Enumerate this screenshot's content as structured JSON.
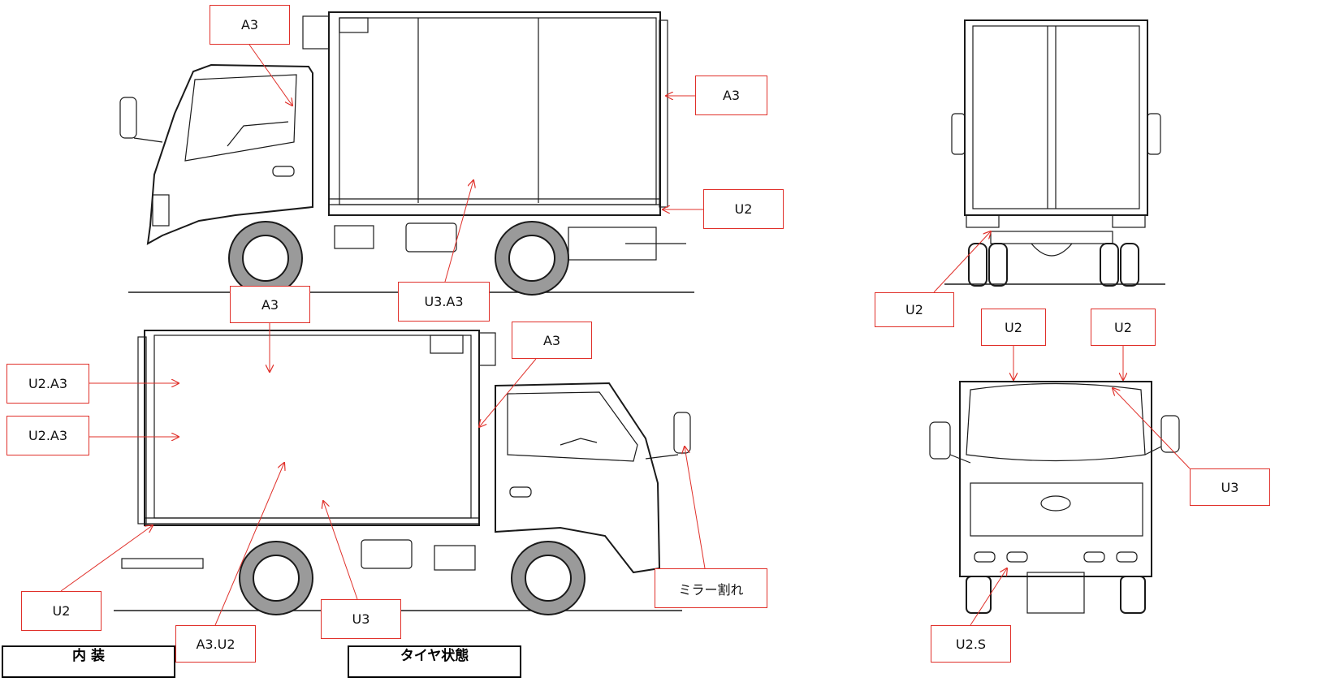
{
  "labels": {
    "side_top_roof": "A3",
    "side_top_rear": "A3",
    "side_top_underrun": "U2",
    "side_top_body": "U3.A3",
    "side_bottom_roof": "A3",
    "side_bottom_upper": "U2.A3",
    "side_bottom_middle": "U2.A3",
    "side_bottom_cab": "A3",
    "side_bottom_mirror": "ミラー割れ",
    "side_bottom_corner": "U2",
    "side_bottom_lower": "A3.U2",
    "side_bottom_bumper": "U3",
    "rear_bumper": "U2",
    "front_roof_left": "U2",
    "front_roof_right": "U2",
    "front_corner": "U3",
    "front_bumper": "U2.S"
  },
  "headers": {
    "interior": "内 装",
    "tire": "タイヤ状態"
  },
  "colors": {
    "annotation": "#e0302a",
    "tire_fill": "#9a9a9a",
    "line": "#1a1a1a"
  }
}
